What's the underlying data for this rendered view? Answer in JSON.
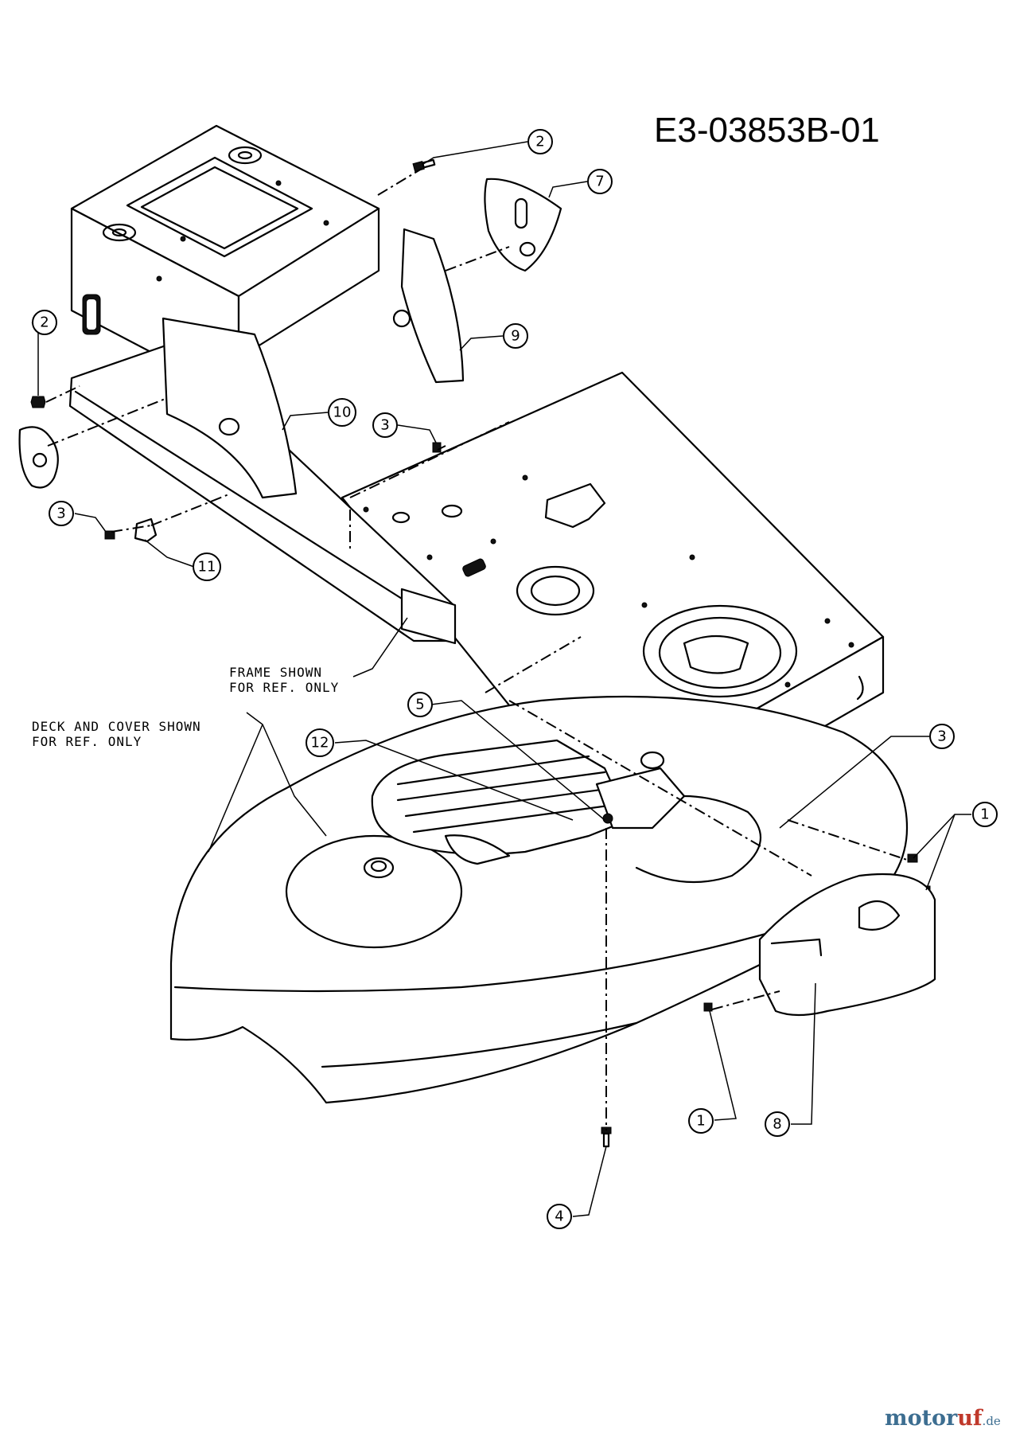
{
  "diagram_id": "E3-03853B-01",
  "notes": {
    "frame_line1": "FRAME SHOWN",
    "frame_line2": "FOR REF. ONLY",
    "deck_line1": "DECK AND COVER SHOWN",
    "deck_line2": "FOR REF. ONLY"
  },
  "callouts": [
    "1",
    "1",
    "2",
    "2",
    "3",
    "3",
    "3",
    "4",
    "5",
    "7",
    "8",
    "9",
    "10",
    "11",
    "12"
  ],
  "watermark": {
    "main": "motor",
    "accent": "uf",
    "suffix": ".de"
  }
}
